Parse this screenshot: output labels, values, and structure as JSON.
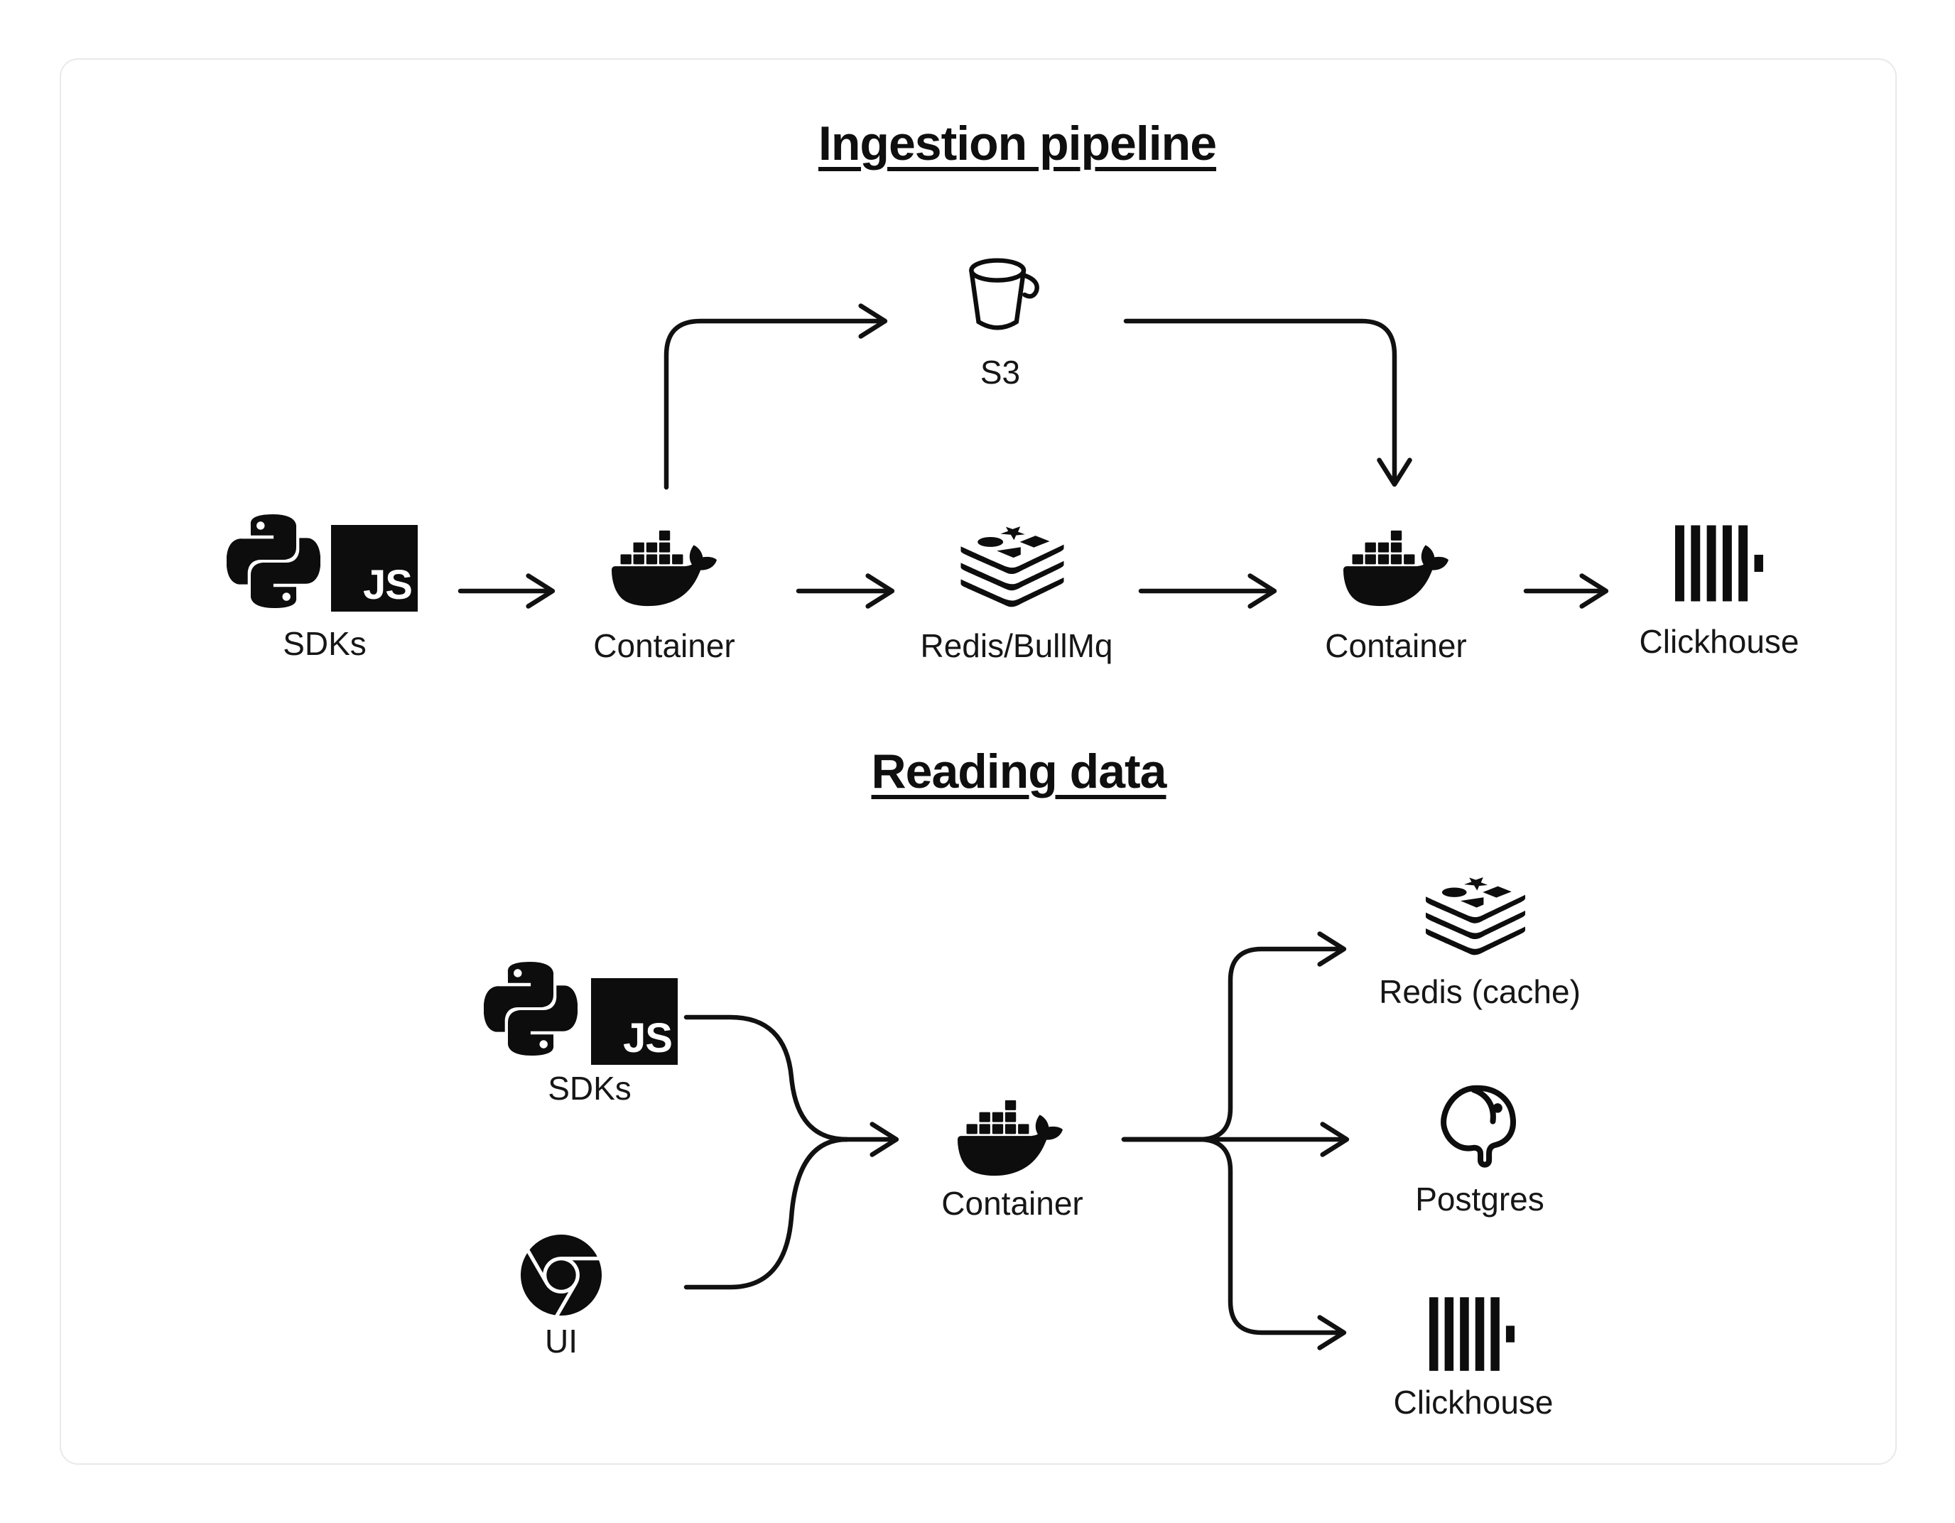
{
  "colors": {
    "ink": "#111111",
    "icon": "#0d0d0d",
    "card_border": "#e9e9e9",
    "canvas": "#ffffff"
  },
  "icons": {
    "js_text": "JS"
  },
  "sections": {
    "ingestion": {
      "title": "Ingestion pipeline",
      "nodes": {
        "sdks": {
          "label": "SDKs"
        },
        "s3": {
          "label": "S3"
        },
        "ingest_container": {
          "label": "Container"
        },
        "queue": {
          "label": "Redis/BullMq"
        },
        "worker_container": {
          "label": "Container"
        },
        "clickhouse": {
          "label": "Clickhouse"
        }
      }
    },
    "reading": {
      "title": "Reading data",
      "nodes": {
        "sdks": {
          "label": "SDKs"
        },
        "ui": {
          "label": "UI"
        },
        "container": {
          "label": "Container"
        },
        "redis_cache": {
          "label": "Redis (cache)"
        },
        "postgres": {
          "label": "Postgres"
        },
        "clickhouse": {
          "label": "Clickhouse"
        }
      }
    }
  }
}
